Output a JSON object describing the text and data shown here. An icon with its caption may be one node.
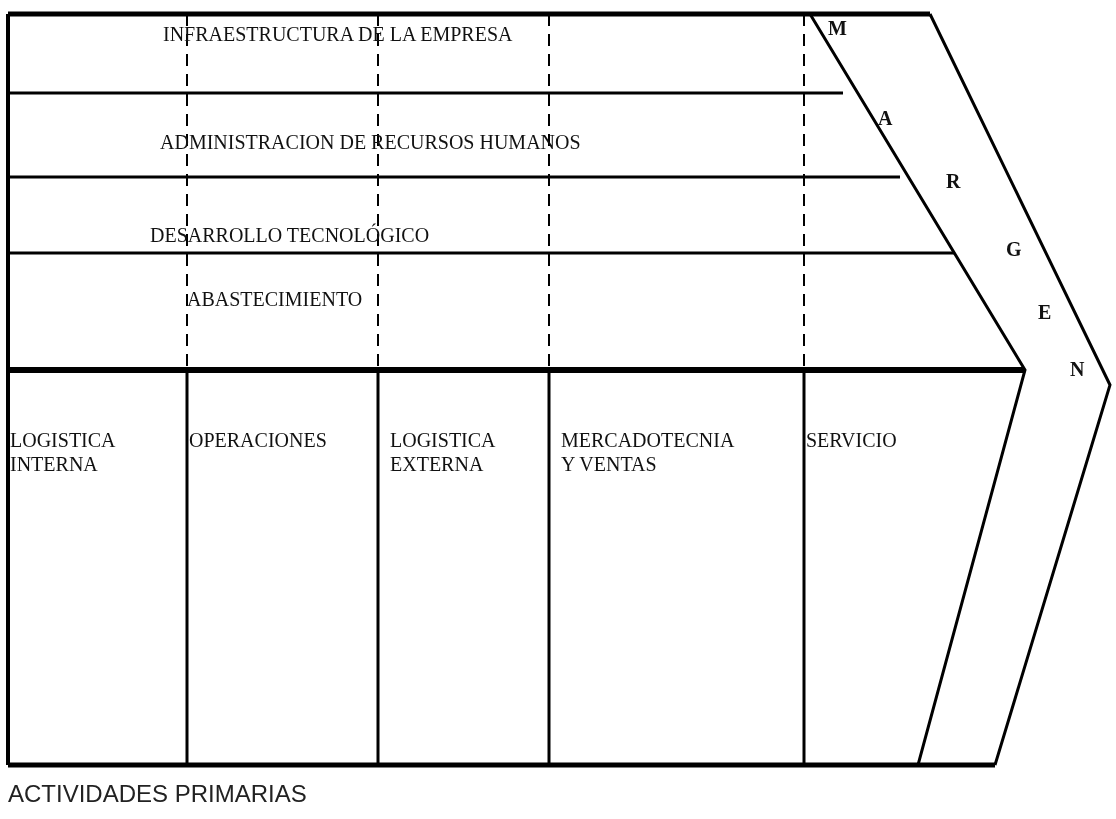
{
  "diagram": {
    "nodes": [
      {
        "text": [
          "INFRAESTRUCTURA DE LA EMPRESA"
        ]
      },
      {
        "text": [
          "ADMINISTRACION DE RECURSOS HUMANOS"
        ]
      },
      {
        "text": [
          "DESARROLLO TECNOLÓGICO"
        ]
      },
      {
        "text": [
          "ABASTECIMIENTO"
        ]
      },
      {
        "text": [
          "LOGISTICA INTERNA"
        ]
      },
      {
        "text": [
          "OPERACIONES"
        ]
      },
      {
        "text": [
          "LOGISTICA EXTERNA"
        ]
      },
      {
        "text": [
          "MERCADOTECNIA Y VENTAS"
        ]
      },
      {
        "text": [
          "SERVICIO"
        ]
      },
      {
        "text": [
          "M",
          "A",
          "R",
          "G",
          "E",
          "N"
        ]
      }
    ],
    "edges": [],
    "labels": [
      "ACTIVIDADES PRIMARIAS"
    ]
  }
}
